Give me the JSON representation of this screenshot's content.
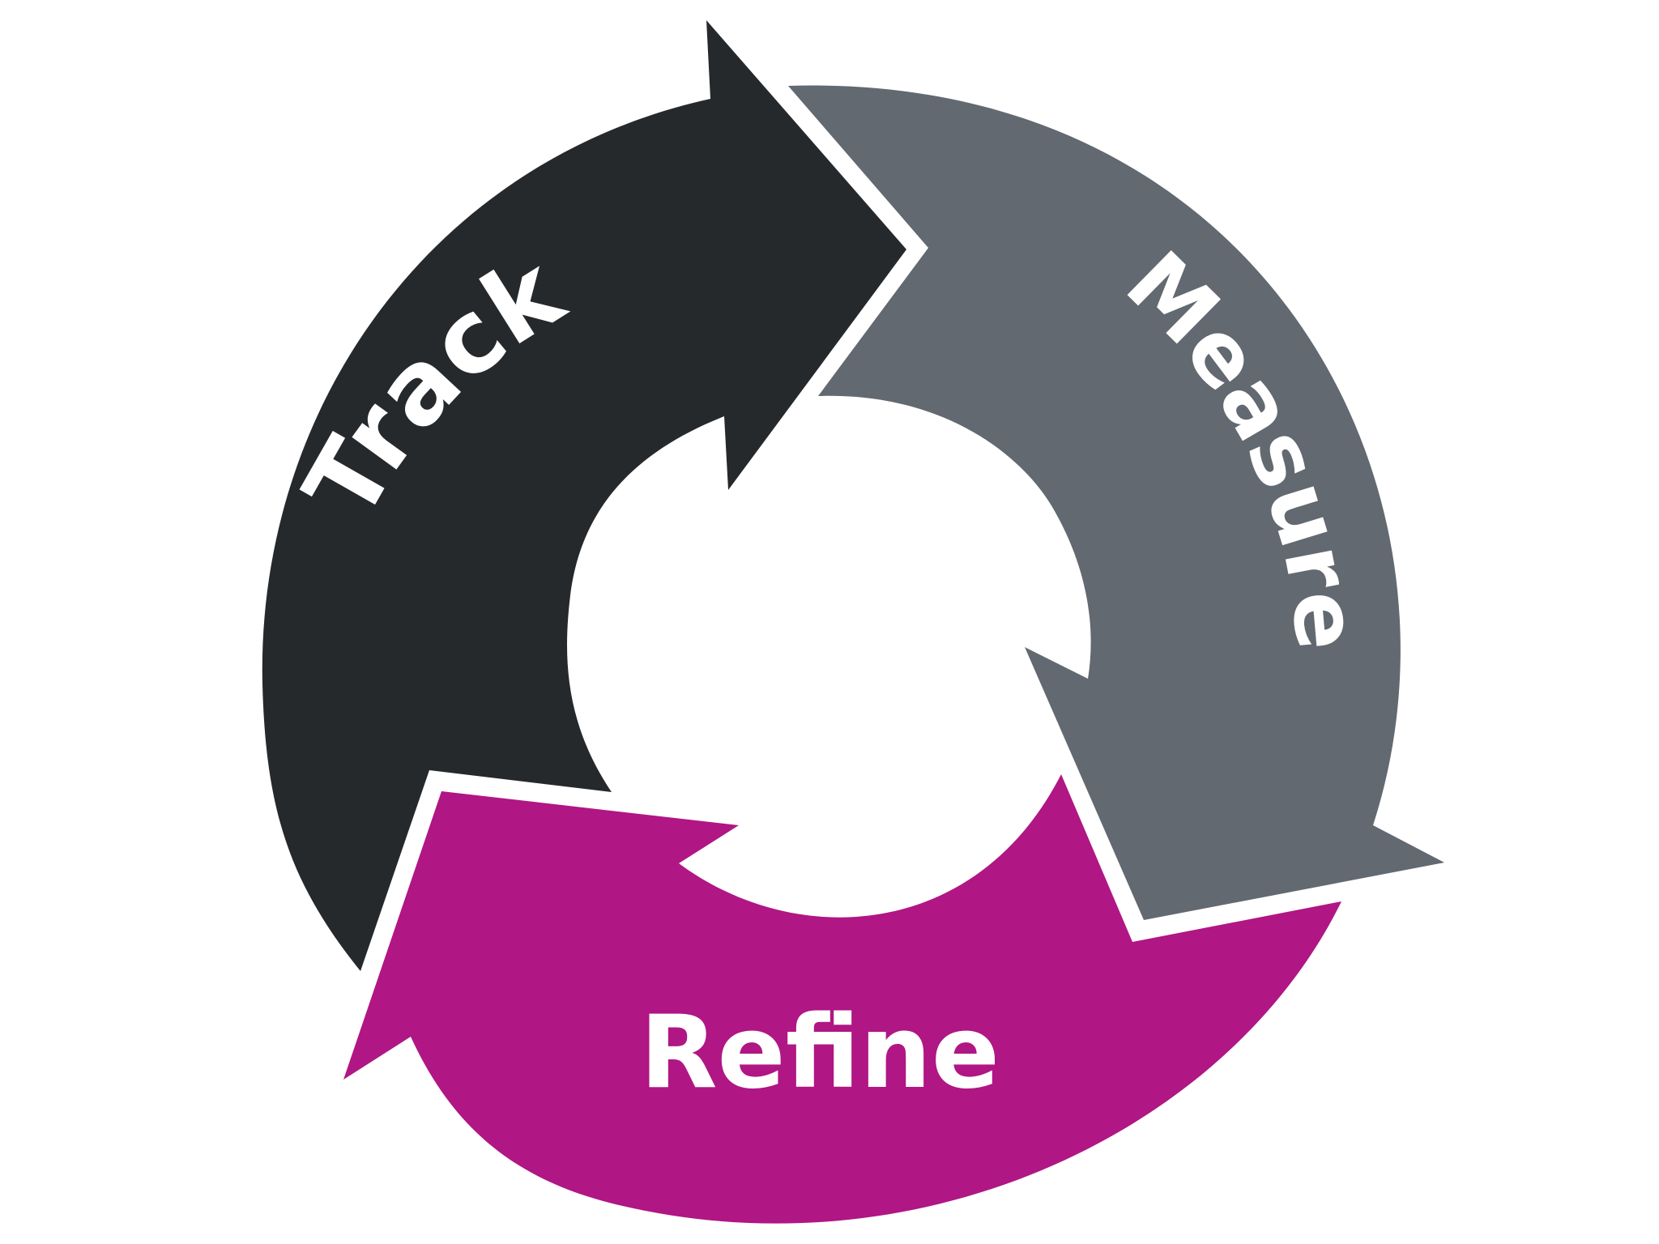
{
  "diagram": {
    "type": "cycle",
    "stages": [
      {
        "label": "Track",
        "color": "#26292c"
      },
      {
        "label": "Measure",
        "color": "#626970"
      },
      {
        "label": "Refine",
        "color": "#b01684"
      }
    ]
  }
}
